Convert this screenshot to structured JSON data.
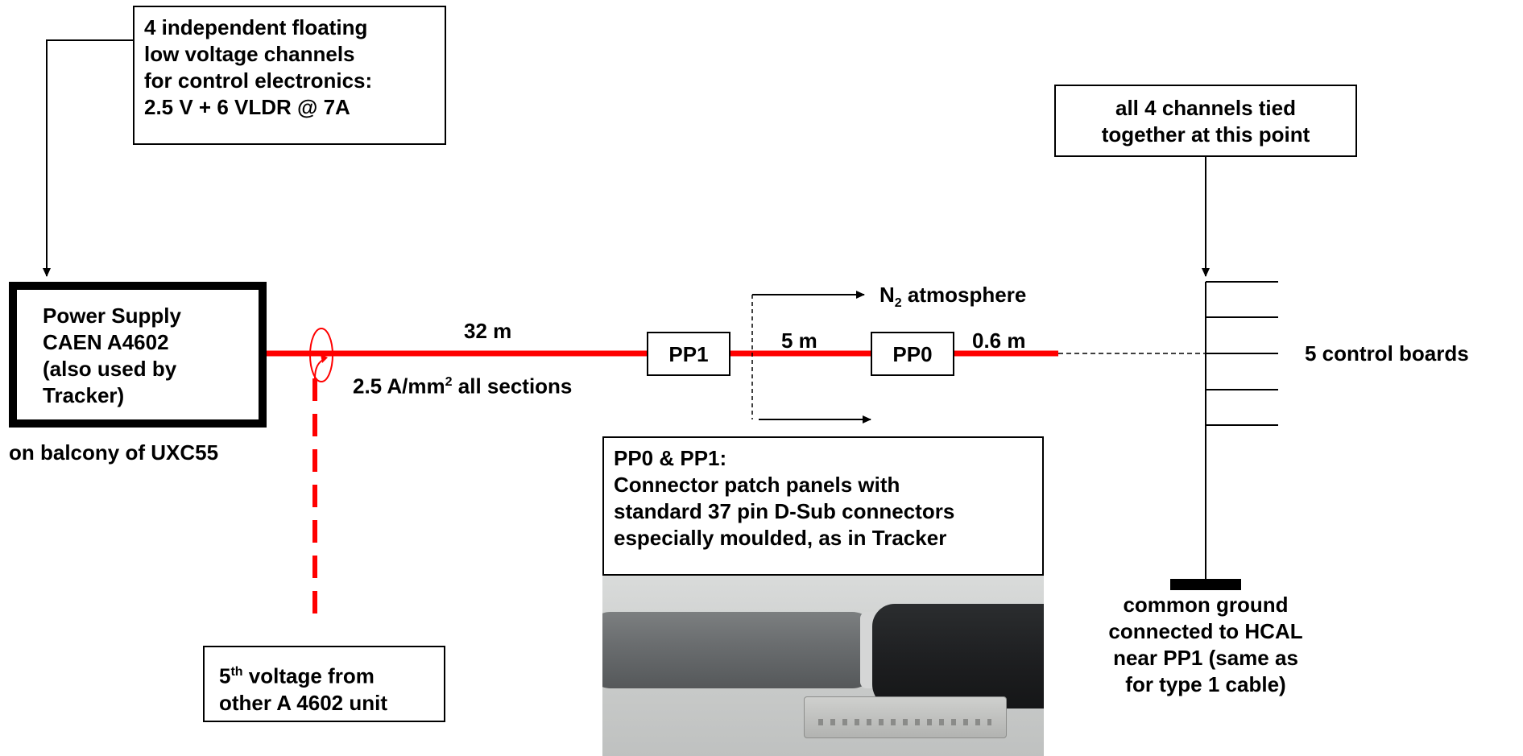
{
  "notes": {
    "floating_channels": [
      "4 independent floating",
      "low voltage channels",
      "for control electronics:",
      "2.5 V + 6 VLDR @ 7A"
    ],
    "channels_tied": [
      "all 4 channels tied",
      "together at this point"
    ],
    "fifth_voltage": {
      "num": "5",
      "sup": "th",
      "rest": " voltage from",
      "line2": "other A 4602 unit"
    },
    "patch_panels": [
      "PP0 & PP1:",
      "Connector patch panels with",
      "standard 37 pin D-Sub connectors",
      "especially moulded, as in Tracker"
    ]
  },
  "power_supply": {
    "lines": [
      "Power Supply",
      "CAEN A4602",
      "(also used by",
      "Tracker)"
    ],
    "location": "on balcony of UXC55"
  },
  "cable": {
    "length_32": "32 m",
    "current_density": {
      "pre": "2.5 A/mm",
      "sup": "2",
      "post": " all sections"
    },
    "length_5": "5 m",
    "length_06": "0.6 m"
  },
  "panels": {
    "pp1": "PP1",
    "pp0": "PP0"
  },
  "atmosphere": {
    "pre": "N",
    "sub": "2",
    "post": " atmosphere"
  },
  "control_boards": "5 control boards",
  "ground": [
    "common ground",
    "connected to HCAL",
    "near PP1 (same as",
    "for type 1 cable)"
  ],
  "colors": {
    "cable": "#ff0000",
    "line": "#000000",
    "background": "#ffffff"
  }
}
